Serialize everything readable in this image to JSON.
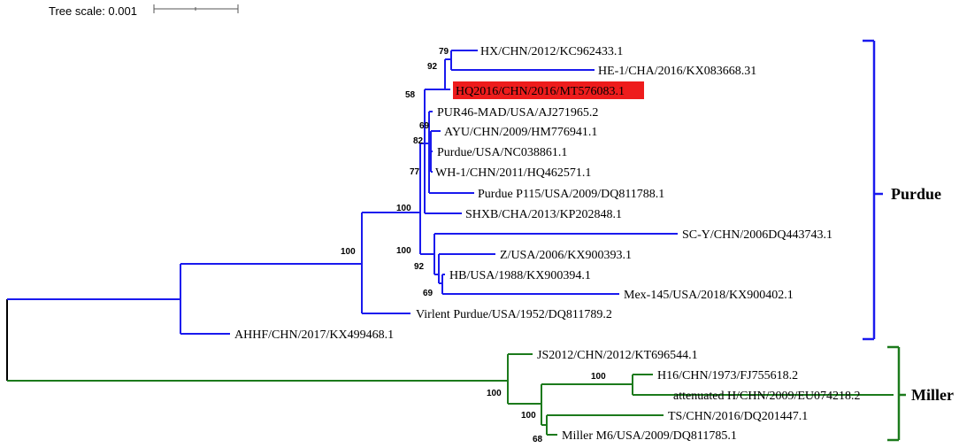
{
  "tree_scale": {
    "label": "Tree scale: 0.001"
  },
  "colors": {
    "purdue": "#1a1aee",
    "miller": "#1c7a1c",
    "root": "#000000",
    "highlight": "#ee1c1c"
  },
  "leaves": {
    "hx": "HX/CHN/2012/KC962433.1",
    "he1": "HE-1/CHA/2016/KX083668.31",
    "hq2016": "HQ2016/CHN/2016/MT576083.1",
    "pur46": "PUR46-MAD/USA/AJ271965.2",
    "ayu": "AYU/CHN/2009/HM776941.1",
    "purdue": "Purdue/USA/NC038861.1",
    "wh1": "WH-1/CHN/2011/HQ462571.1",
    "p115": "Purdue P115/USA/2009/DQ811788.1",
    "shxb": "SHXB/CHA/2013/KP202848.1",
    "scy": "SC-Y/CHN/2006DQ443743.1",
    "z": "Z/USA/2006/KX900393.1",
    "hb": "HB/USA/1988/KX900394.1",
    "mex": "Mex-145/USA/2018/KX900402.1",
    "virlent": "Virlent Purdue/USA/1952/DQ811789.2",
    "ahhf": "AHHF/CHN/2017/KX499468.1",
    "js2012": "JS2012/CHN/2012/KT696544.1",
    "h16": "H16/CHN/1973/FJ755618.2",
    "atth": "attenuated H/CHN/2009/EU074218.2",
    "ts": "TS/CHN/2016/DQ201447.1",
    "m6": "Miller M6/USA/2009/DQ811785.1"
  },
  "bootstrap": {
    "b79": "79",
    "b92a": "92",
    "b58": "58",
    "b69a": "69",
    "b82": "82",
    "b77": "77",
    "b100a": "100",
    "b100b": "100",
    "b100c": "100",
    "b92b": "92",
    "b69b": "69",
    "b100d": "100",
    "b100e": "100",
    "b100f": "100",
    "b68": "68"
  },
  "clades": {
    "purdue": "Purdue",
    "miller": "Miller"
  }
}
